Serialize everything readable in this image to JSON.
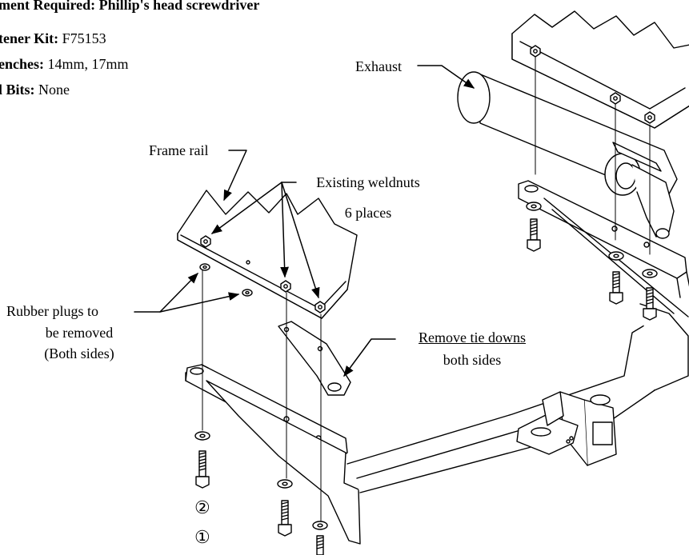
{
  "header": {
    "equipment_line": "ment Required: Phillip's head screwdriver",
    "fastener_label": "tener Kit:",
    "fastener_value": "F75153",
    "wrenches_label": "enches:",
    "wrenches_value": "14mm, 17mm",
    "drill_label": "l Bits:",
    "drill_value": "None"
  },
  "labels": {
    "exhaust": "Exhaust",
    "frame_rail": "Frame rail",
    "weldnuts_line1": "Existing weldnuts",
    "weldnuts_line2": "6 places",
    "rubber_line1": "Rubber plugs to",
    "rubber_line2": "be removed",
    "rubber_line3": "(Both sides)",
    "tiedown_line1": "Remove tie downs",
    "tiedown_line2": "both sides",
    "step_2": "②",
    "step_1": "①"
  }
}
